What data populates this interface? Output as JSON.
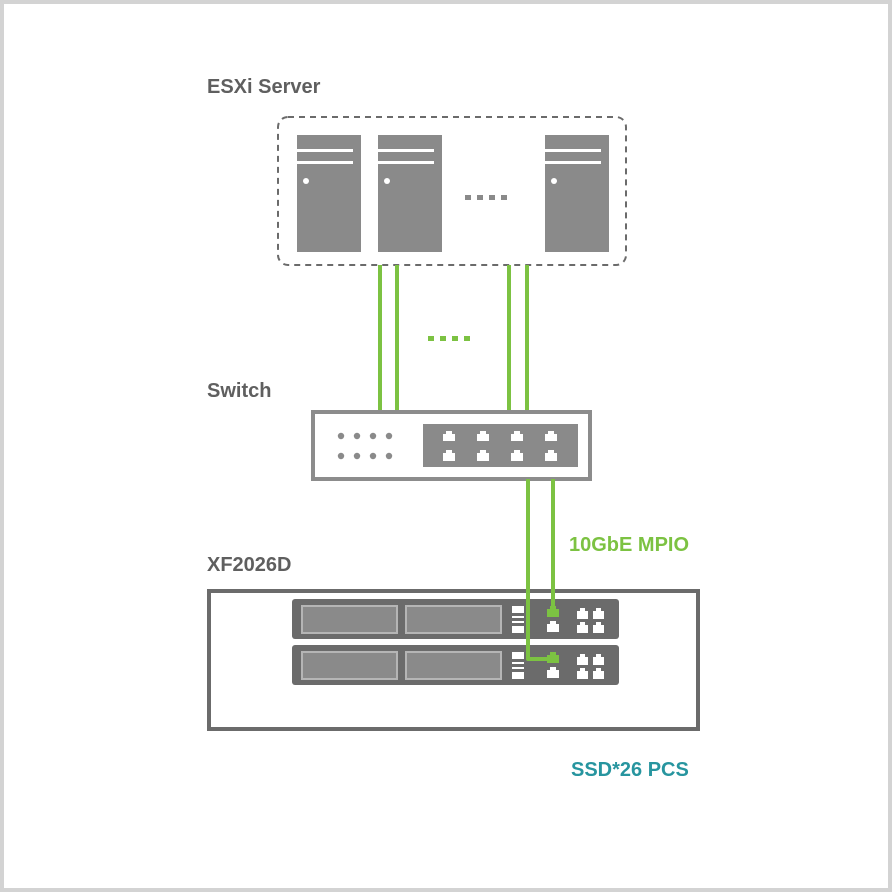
{
  "labels": {
    "esxi_server": "ESXi Server",
    "switch": "Switch",
    "storage": "XF2026D",
    "link": "10GbE MPIO",
    "ssd": "SSD*26 PCS"
  },
  "colors": {
    "frame_border": "#d3d3d3",
    "device_gray": "#8a8a8a",
    "dark_gray": "#6b6b6b",
    "outline_gray": "#8c8c8c",
    "label_gray": "#5f5f5f",
    "accent_green": "#7cc242",
    "accent_teal": "#27959f"
  },
  "icons": {
    "server": "server-tower-icon",
    "switch": "network-switch-icon",
    "storage": "storage-array-icon",
    "port": "ethernet-port-icon"
  }
}
